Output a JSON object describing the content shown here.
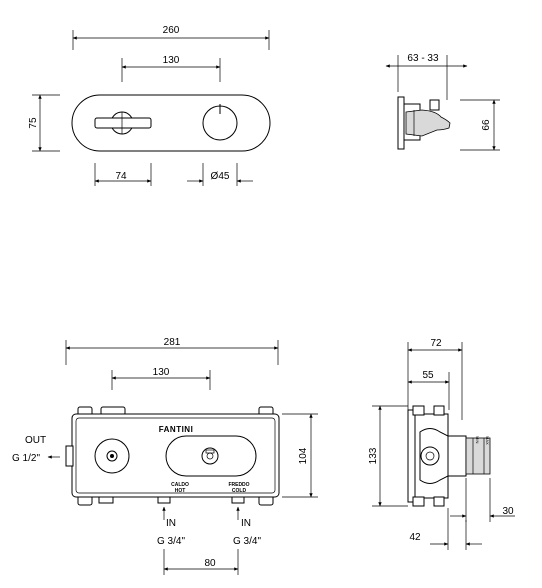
{
  "top_view": {
    "dim_width": "260",
    "dim_spacing": "130",
    "dim_height": "75",
    "dim_lever": "74",
    "dim_knob": "Ø45"
  },
  "top_side_view": {
    "dim_depth": "63 - 33",
    "dim_height": "66"
  },
  "box_view": {
    "dim_width": "281",
    "dim_spacing": "130",
    "dim_height": "104",
    "dim_inlet_spacing": "80",
    "brand": "FANTINI",
    "hot_label_1": "CALDO",
    "hot_label_2": "HOT",
    "cold_label_1": "FREDDO",
    "cold_label_2": "COLD",
    "out_label_1": "OUT",
    "out_label_2": "G 1/2\"",
    "in_left_1": "IN",
    "in_left_2": "G 3/4\"",
    "in_right_1": "IN",
    "in_right_2": "G 3/4\""
  },
  "box_side_view": {
    "dim_width": "72",
    "dim_inner": "55",
    "dim_height": "133",
    "dim_offset": "30",
    "dim_base": "42",
    "min_label": "MIN",
    "max_label": "MAX"
  }
}
